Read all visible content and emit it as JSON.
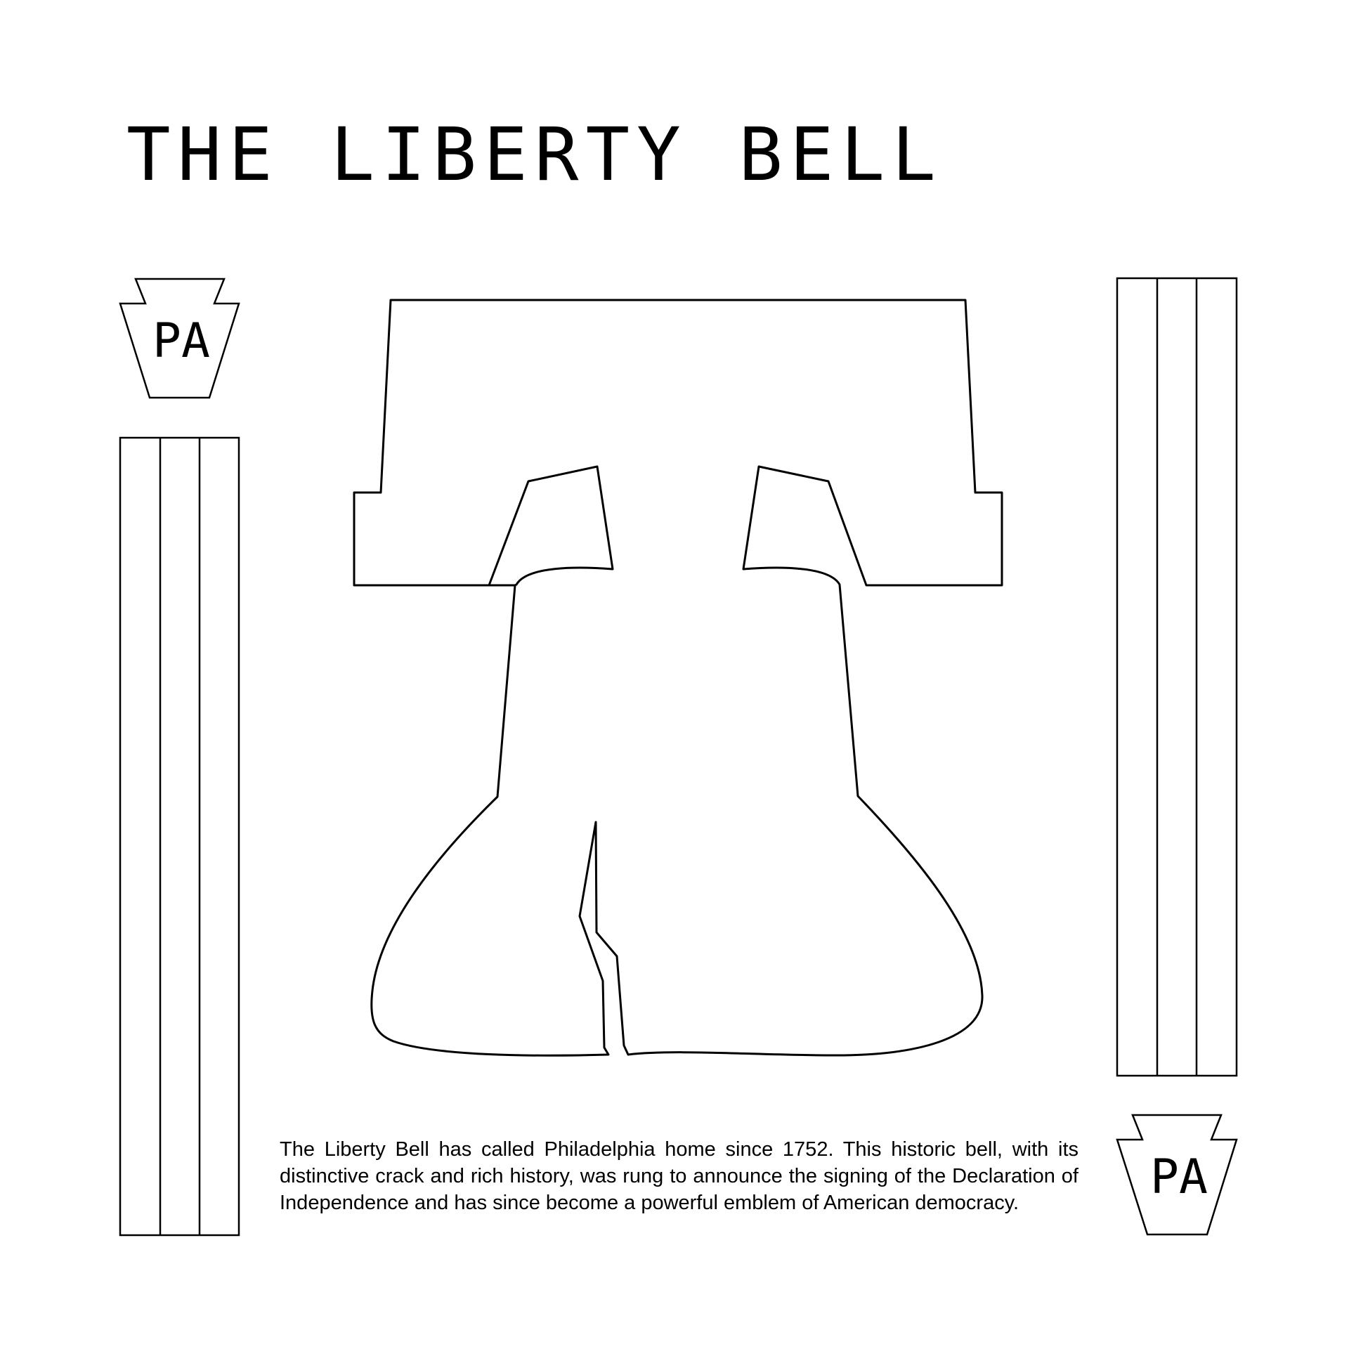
{
  "poster": {
    "title": "THE LIBERTY BELL",
    "keystone_label": "PA",
    "description": "The Liberty Bell has called Philadelphia home since 1752. This historic bell, with its distinctive crack and rich history, was rung to announce the signing of the Declaration of Independence and has since become a powerful emblem of American democracy.",
    "icons": {
      "keystone": "keystone-icon",
      "column": "column-icon",
      "bell": "liberty-bell-icon"
    },
    "colors": {
      "ink": "#000000",
      "background": "#ffffff"
    }
  }
}
